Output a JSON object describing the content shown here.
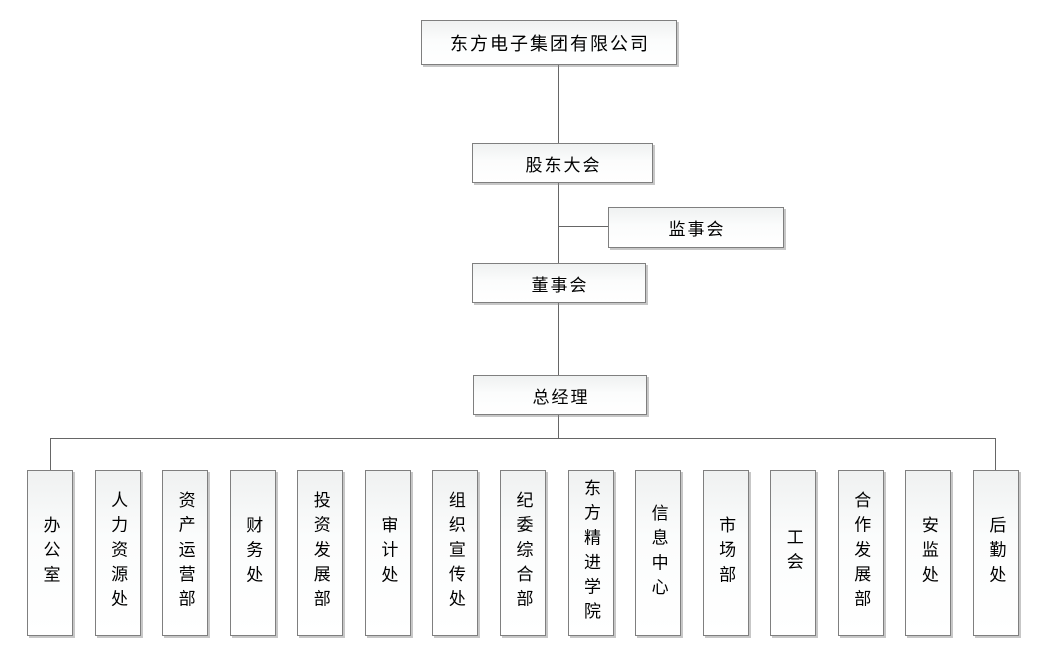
{
  "chart": {
    "type": "org-chart",
    "root": {
      "label": "东方电子集团有限公司"
    },
    "shareholders_meeting": {
      "label": "股东大会"
    },
    "supervisory_board": {
      "label": "监事会"
    },
    "board_of_directors": {
      "label": "董事会"
    },
    "general_manager": {
      "label": "总经理"
    },
    "departments": [
      {
        "label": "办公室"
      },
      {
        "label": "人力资源处"
      },
      {
        "label": "资产运营部"
      },
      {
        "label": "财务处"
      },
      {
        "label": "投资发展部"
      },
      {
        "label": "审计处"
      },
      {
        "label": "组织宣传处"
      },
      {
        "label": "纪委综合部"
      },
      {
        "label": "东方精进学院"
      },
      {
        "label": "信息中心"
      },
      {
        "label": "市场部"
      },
      {
        "label": "工会"
      },
      {
        "label": "合作发展部"
      },
      {
        "label": "安监处"
      },
      {
        "label": "后勤处"
      }
    ],
    "colors": {
      "box_border": "#7f7f7f",
      "box_fill_top": "#eff1f1",
      "box_fill_bottom": "#ffffff",
      "connector": "#666666",
      "text": "#000000",
      "background": "#ffffff"
    }
  }
}
